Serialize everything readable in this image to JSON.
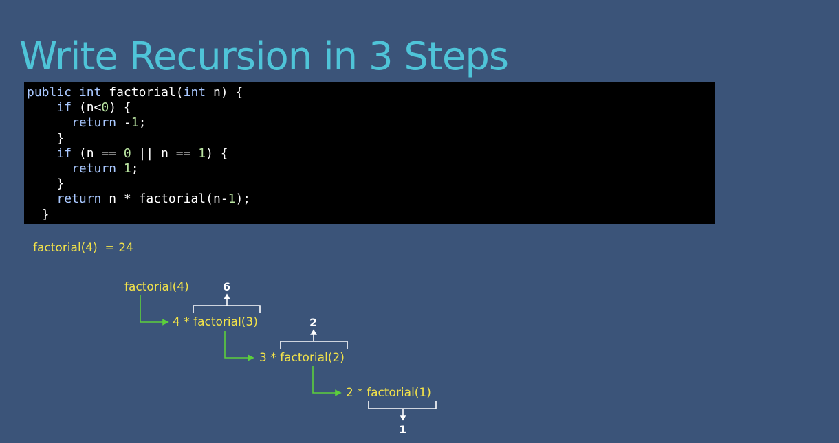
{
  "slide": {
    "title": "Write Recursion in 3 Steps"
  },
  "code": {
    "lines": [
      [
        "public int factorial(int n) {"
      ],
      [
        "    if (n<0) {"
      ],
      [
        "      return -1;"
      ],
      [
        "    }"
      ],
      [
        "    if (n == 0 || n == 1) {"
      ],
      [
        "      return 1;"
      ],
      [
        "    }"
      ],
      [
        "    return n * factorial(n-1);"
      ],
      [
        "  }"
      ]
    ]
  },
  "result": {
    "text": "factorial(4)  = 24"
  },
  "tree": {
    "root": "factorial(4)",
    "level1": "4 * factorial(3)",
    "level2": "3 * factorial(2)",
    "level3": "2 * factorial(1)",
    "ret1": "6",
    "ret2": "2",
    "ret3": "1"
  },
  "colors": {
    "background": "#3b5479",
    "title": "#4fc4d8",
    "code_bg": "#000000",
    "label": "#f2e24a",
    "call_arrow": "#5ccf3c",
    "return_marks": "#ffffff"
  }
}
